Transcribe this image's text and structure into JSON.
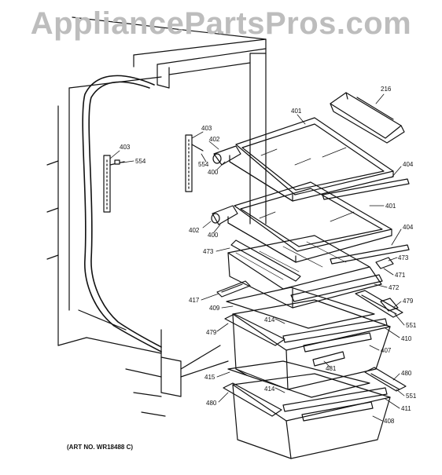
{
  "watermark": "AppliancePartsPros.com",
  "art_number": "(ART NO. WR18488 C)",
  "callouts": {
    "c216": "216",
    "c401a": "401",
    "c403a": "403",
    "c403b": "403",
    "c554a": "554",
    "c554b": "554",
    "c402a": "402",
    "c400a": "400",
    "c404a": "404",
    "c401b": "401",
    "c402b": "402",
    "c400b": "400",
    "c404b": "404",
    "c473a": "473",
    "c473b": "473",
    "c471": "471",
    "c472": "472",
    "c417": "417",
    "c409": "409",
    "c479a": "479",
    "c479b": "479",
    "c414a": "414",
    "c551a": "551",
    "c410": "410",
    "c407": "407",
    "c481": "481",
    "c480a": "480",
    "c415": "415",
    "c414b": "414",
    "c551b": "551",
    "c480b": "480",
    "c411": "411",
    "c408": "408"
  }
}
